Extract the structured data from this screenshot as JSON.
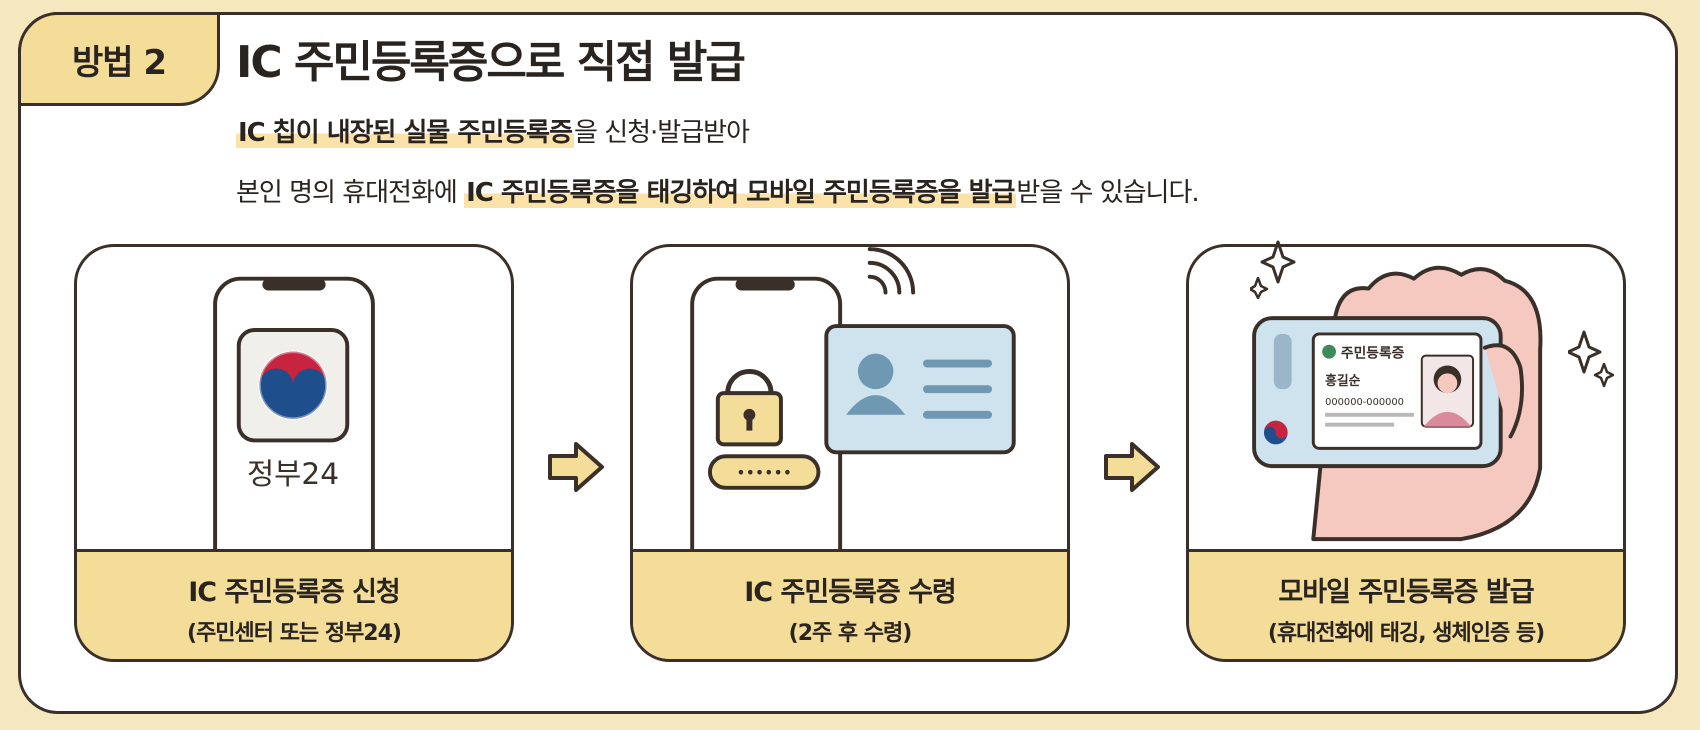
{
  "method_tab": {
    "label": "방법 2"
  },
  "title": "IC 주민등록증으로 직접 발급",
  "description": {
    "line1": {
      "highlight": "IC 칩이 내장된 실물 주민등록증",
      "rest": "을 신청·발급받아"
    },
    "line2": {
      "prefix": "본인 명의 휴대전화에 ",
      "highlight": "IC 주민등록증을 태깅하여 모바일 주민등록증을 발급",
      "suffix": "받을 수 있습니다."
    }
  },
  "steps": [
    {
      "title": "IC 주민등록증 신청",
      "subtitle": "(주민센터 또는 정부24)",
      "icon": "gov24-app-icon",
      "app_label": "정부24"
    },
    {
      "title": "IC 주민등록증 수령",
      "subtitle": "(2주 후 수령)",
      "icon": "nfc-card-lock-icon",
      "pin_mask": "••••••"
    },
    {
      "title": "모바일 주민등록증 발급",
      "subtitle": "(휴대전화에 태깅, 생체인증 등)",
      "icon": "mobile-id-hand-icon",
      "card_title": "주민등록증",
      "card_name": "홍길순",
      "card_number": "000000-000000"
    }
  ],
  "colors": {
    "background": "#f6e8be",
    "accent": "#f4dd99",
    "outline": "#3a3029",
    "highlight": "#fbe2a8",
    "card_blue": "#cfe3ee",
    "person_blue": "#6f98b3",
    "emblem_red": "#c9243f",
    "emblem_blue": "#1f4e8c"
  }
}
